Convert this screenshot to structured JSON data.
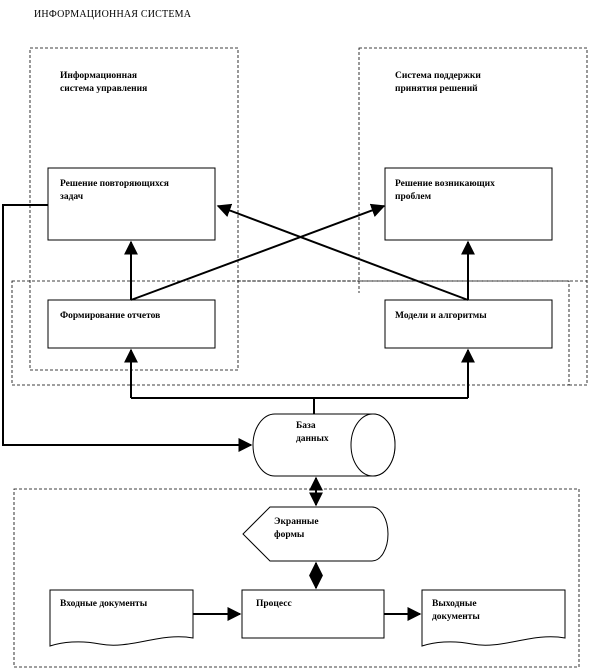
{
  "title": "ИНФОРМАЦИОННАЯ  СИСТЕМА",
  "regions": {
    "mis": "Информационная\nсистема управления",
    "dss": "Система поддержки\nпринятия решений"
  },
  "boxes": {
    "recurring": "Решение повторяющихся\nзадач",
    "emerging": "Решение возникающих\nпроблем",
    "reports": "Формирование отчетов",
    "models": "Модели и алгоритмы",
    "database": "База\nданных",
    "screen_forms": "Экранные\nформы",
    "input_docs": "Входные  документы",
    "process": "Процесс",
    "output_docs": "Выходные\nдокументы"
  }
}
